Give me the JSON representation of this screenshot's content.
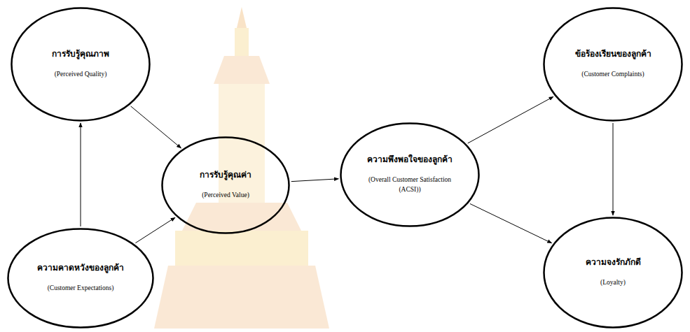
{
  "diagram": {
    "nodes": [
      {
        "text": [
          "การรับรู้คุณภาพ",
          "(Perceived Quality)"
        ]
      },
      {
        "text": [
          "ความคาดหวังของลูกค้า",
          "(Customer Expectations)"
        ]
      },
      {
        "text": [
          "การรับรู้คุณค่า",
          "(Perceived Value)"
        ]
      },
      {
        "text": [
          "ความพึงพอใจของลูกค้า",
          "(Overall Customer Satisfaction (ACSI))"
        ]
      },
      {
        "text": [
          "ข้อร้องเรียนของลูกค้า",
          "(Customer Complaints)"
        ]
      },
      {
        "text": [
          "ความจงรักภักดี",
          "(Loyalty)"
        ]
      }
    ],
    "edges": [
      {
        "from": 1,
        "to": 0,
        "arrow": "to"
      },
      {
        "from": 0,
        "to": 2,
        "arrow": "to"
      },
      {
        "from": 1,
        "to": 2,
        "arrow": "to"
      },
      {
        "from": 2,
        "to": 3,
        "arrow": "to"
      },
      {
        "from": 3,
        "to": 4,
        "arrow": "to"
      },
      {
        "from": 3,
        "to": 5,
        "arrow": "to"
      },
      {
        "from": 4,
        "to": 5,
        "arrow": "to"
      }
    ]
  }
}
